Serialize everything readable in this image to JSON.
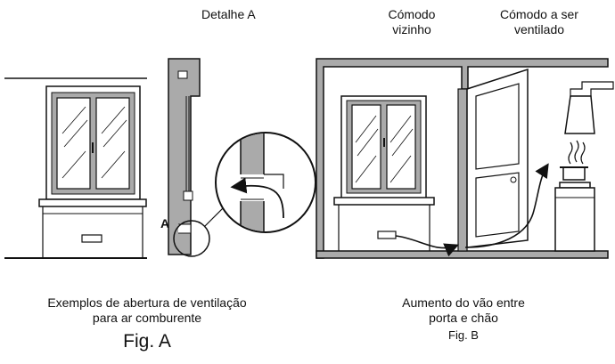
{
  "labels": {
    "detalhe": "Detalhe A",
    "comodo_vizinho": [
      "Cómodo",
      "vizinho"
    ],
    "comodo_ventilado": [
      "Cómodo a ser",
      "ventilado"
    ],
    "marker_a": "A",
    "caption_a": [
      "Exemplos de abertura de ventilação",
      "para ar comburente"
    ],
    "fig_a": "Fig. A",
    "caption_b": [
      "Aumento do vão entre",
      "porta e chão"
    ],
    "fig_b": "Fig. B"
  }
}
